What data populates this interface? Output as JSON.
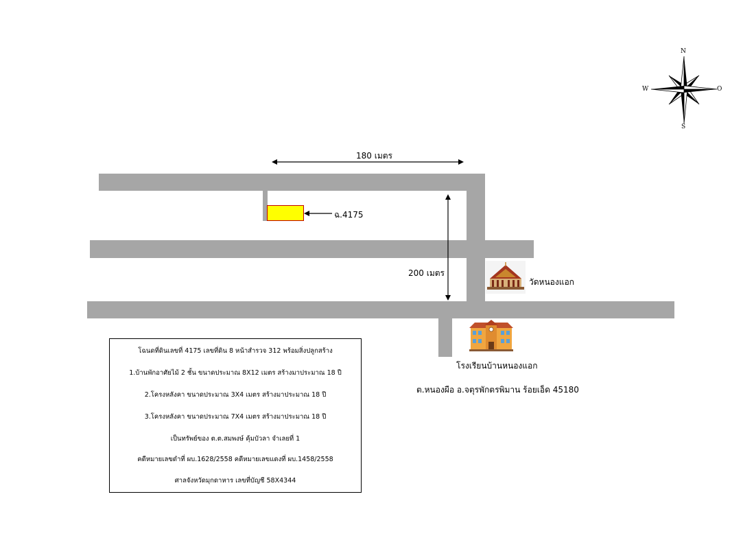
{
  "compass": {
    "north": "N",
    "south": "S",
    "west": "W",
    "east": "O"
  },
  "dimensions": {
    "horizontal": "180 เมตร",
    "vertical": "200 เมตร"
  },
  "parcel": {
    "label": "ฉ.4175",
    "fill_color": "#ffff00",
    "border_color": "#c00000"
  },
  "landmarks": {
    "temple": "วัดหนองแอก",
    "school": "โรงเรียนบ้านหนองแอก",
    "address": "ต.หนองผือ อ.จตุรพักตรพิมาน ร้อยเอ็ด 45180"
  },
  "road_color": "#a6a6a6",
  "info_lines": [
    "โฉนดที่ดินเลขที่ 4175 เลขที่ดิน 8 หน้าสำรวจ 312 พร้อมสิ่งปลูกสร้าง",
    "1.บ้านพักอาศัยไม้ 2 ชั้น ขนาดประมาณ 8X12 เมตร สร้างมาประมาณ 18 ปี",
    "2.โครงหลังคา ขนาดประมาณ 3X4 เมตร สร้างมาประมาณ 18 ปี",
    "3.โครงหลังคา ขนาดประมาณ 7X4 เมตร สร้างมาประมาณ 18 ปี",
    "เป็นทรัพย์ของ ต.ต.สมพงษ์ คุ้มบัวลา จำเลยที่ 1",
    "คดีหมายเลขดำที่ ผบ.1628/2558   คดีหมายเลขแดงที่ ผบ.1458/2558",
    "ศาลจังหวัดมุกดาหาร    เลขที่บัญชี 58X4344"
  ]
}
